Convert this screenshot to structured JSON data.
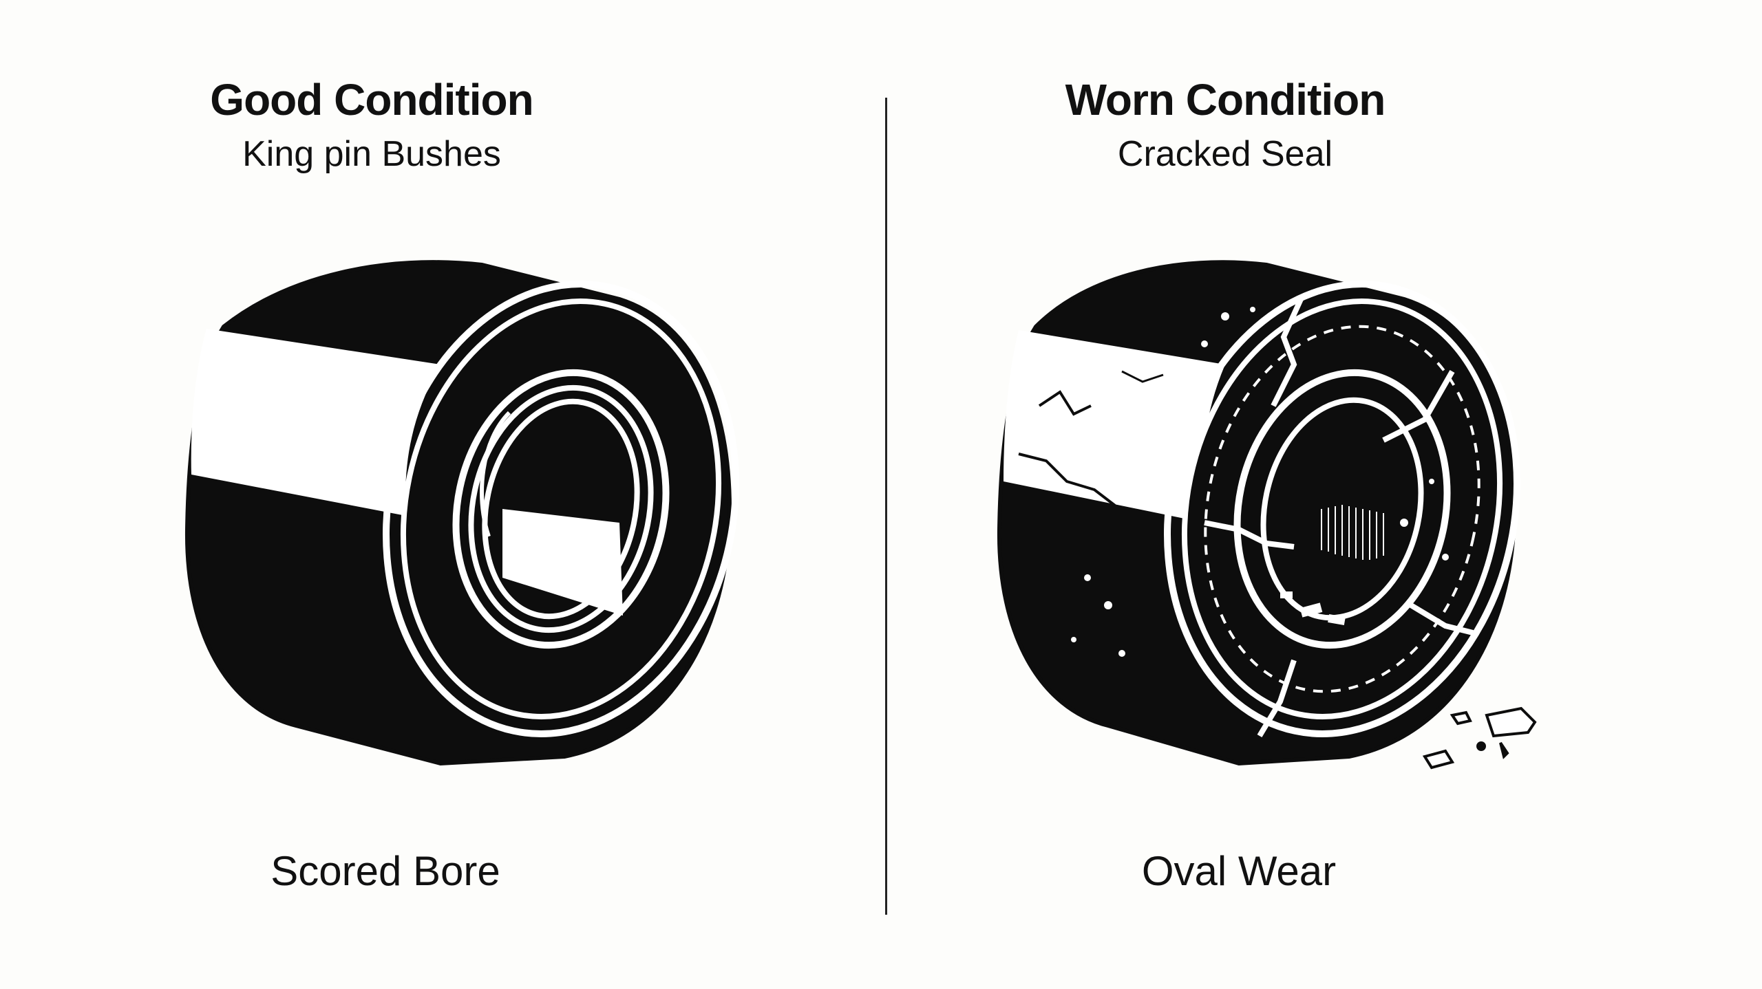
{
  "left_panel": {
    "title": "Good Condition",
    "subtitle": "King pin Bushes",
    "caption": "Scored Bore",
    "illustration_icon": "intact-bushing-icon"
  },
  "right_panel": {
    "title": "Worn Condition",
    "subtitle": "Cracked Seal",
    "caption": "Oval Wear",
    "illustration_icon": "cracked-bushing-icon"
  },
  "colors": {
    "ink": "#111111",
    "paper": "#fdfdfb"
  }
}
